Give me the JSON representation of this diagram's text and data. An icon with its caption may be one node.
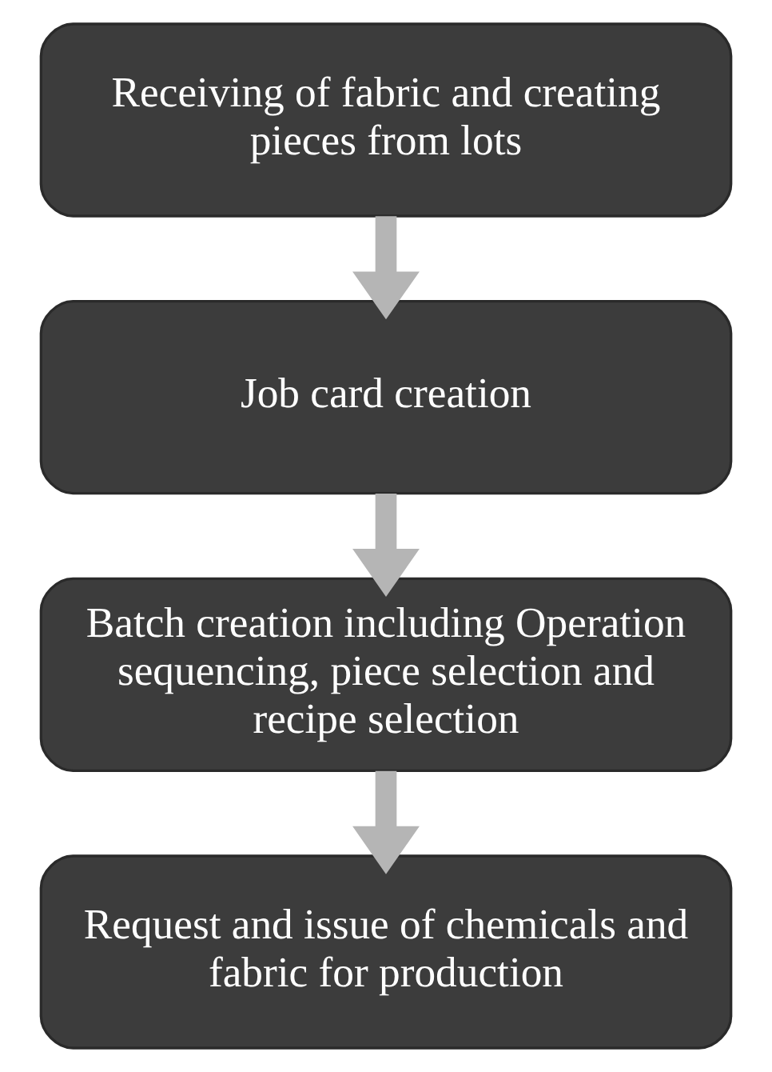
{
  "diagram": {
    "nodes": [
      {
        "text": [
          "Receiving of fabric and creating pieces from lots"
        ]
      },
      {
        "text": [
          "Job card creation"
        ]
      },
      {
        "text": [
          "Batch creation including Operation sequencing, piece selection and recipe selection"
        ]
      },
      {
        "text": [
          "Request and issue of chemicals and fabric for production"
        ]
      }
    ],
    "edges": [
      {
        "from": 0,
        "to": 1,
        "arrow": "to"
      },
      {
        "from": 1,
        "to": 2,
        "arrow": "to"
      },
      {
        "from": 2,
        "to": 3,
        "arrow": "to"
      }
    ]
  }
}
